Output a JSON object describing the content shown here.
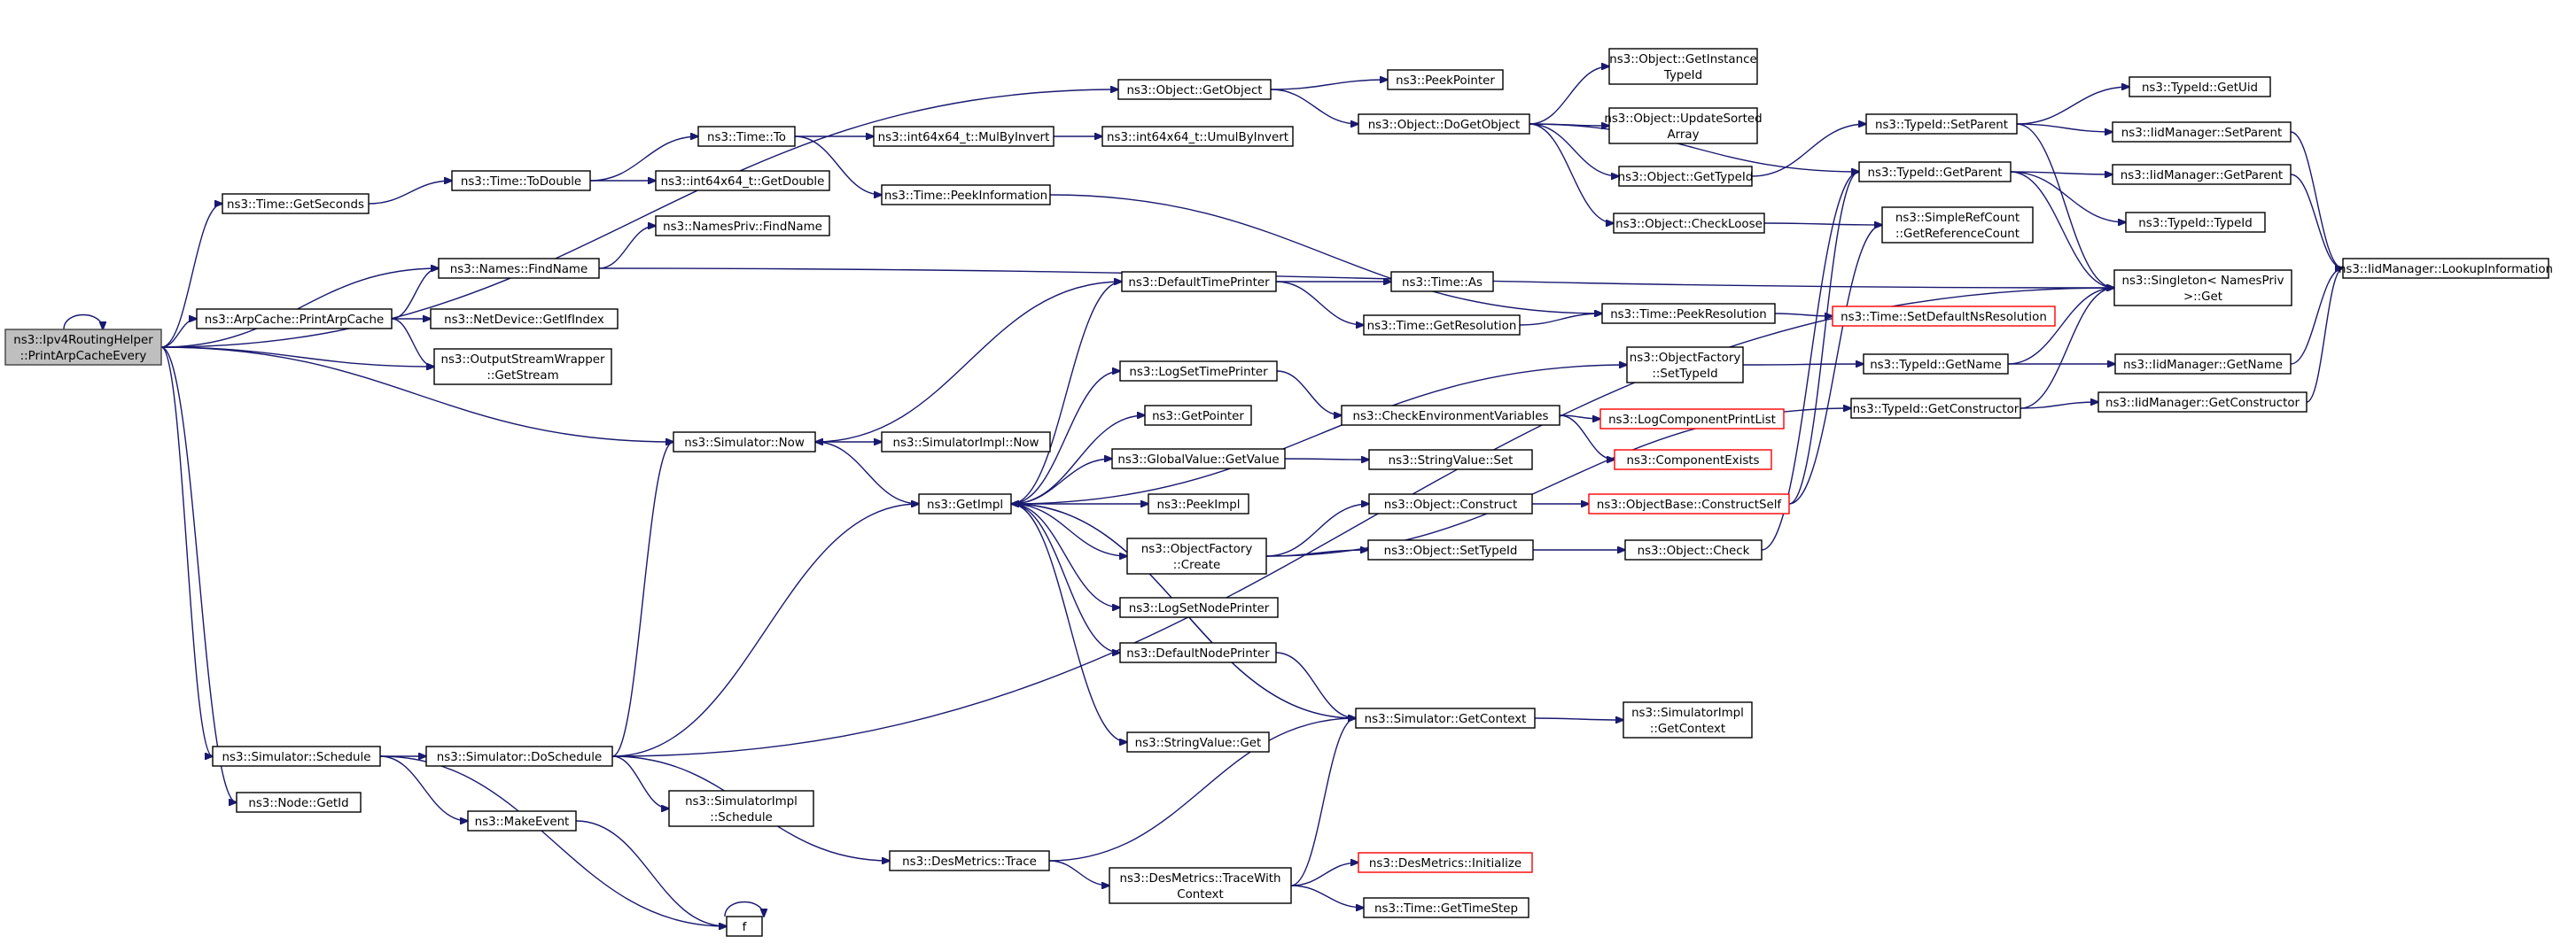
{
  "graph": {
    "nodes": [
      {
        "id": "root",
        "lines": [
          "ns3::Ipv4RoutingHelper",
          "::PrintArpCacheEvery"
        ],
        "root": true
      },
      {
        "id": "getobject",
        "lines": [
          "ns3::Object::GetObject"
        ]
      },
      {
        "id": "peekpointer",
        "lines": [
          "ns3::PeekPointer"
        ]
      },
      {
        "id": "dogetobject",
        "lines": [
          "ns3::Object::DoGetObject"
        ]
      },
      {
        "id": "getinstancetypeid",
        "lines": [
          "ns3::Object::GetInstance",
          "TypeId"
        ]
      },
      {
        "id": "updatesortedarray",
        "lines": [
          "ns3::Object::UpdateSorted",
          "Array"
        ]
      },
      {
        "id": "objgettypeid",
        "lines": [
          "ns3::Object::GetTypeId"
        ]
      },
      {
        "id": "checkloose",
        "lines": [
          "ns3::Object::CheckLoose"
        ]
      },
      {
        "id": "getuid",
        "lines": [
          "ns3::TypeId::GetUid"
        ]
      },
      {
        "id": "setparent",
        "lines": [
          "ns3::TypeId::SetParent"
        ]
      },
      {
        "id": "iidsetparent",
        "lines": [
          "ns3::IidManager::SetParent"
        ]
      },
      {
        "id": "getparent",
        "lines": [
          "ns3::TypeId::GetParent"
        ]
      },
      {
        "id": "iidgetparent",
        "lines": [
          "ns3::IidManager::GetParent"
        ]
      },
      {
        "id": "typeidctor",
        "lines": [
          "ns3::TypeId::TypeId"
        ]
      },
      {
        "id": "simplerefcount",
        "lines": [
          "ns3::SimpleRefCount",
          "::GetReferenceCount"
        ]
      },
      {
        "id": "singleton",
        "lines": [
          "ns3::Singleton< NamesPriv",
          " >::Get"
        ]
      },
      {
        "id": "lookupinfo",
        "lines": [
          "ns3::IidManager::LookupInformation"
        ]
      },
      {
        "id": "timegetseconds",
        "lines": [
          "ns3::Time::GetSeconds"
        ]
      },
      {
        "id": "timetodouble",
        "lines": [
          "ns3::Time::ToDouble"
        ]
      },
      {
        "id": "timeto",
        "lines": [
          "ns3::Time::To"
        ]
      },
      {
        "id": "mulbyinvert",
        "lines": [
          "ns3::int64x64_t::MulByInvert"
        ]
      },
      {
        "id": "umulbyinvert",
        "lines": [
          "ns3::int64x64_t::UmulByInvert"
        ]
      },
      {
        "id": "getdouble",
        "lines": [
          "ns3::int64x64_t::GetDouble"
        ]
      },
      {
        "id": "peekinformation",
        "lines": [
          "ns3::Time::PeekInformation"
        ]
      },
      {
        "id": "namesprivfind",
        "lines": [
          "ns3::NamesPriv::FindName"
        ]
      },
      {
        "id": "namesfind",
        "lines": [
          "ns3::Names::FindName"
        ]
      },
      {
        "id": "printarpcache",
        "lines": [
          "ns3::ArpCache::PrintArpCache"
        ]
      },
      {
        "id": "getifindex",
        "lines": [
          "ns3::NetDevice::GetIfIndex"
        ]
      },
      {
        "id": "getstream",
        "lines": [
          "ns3::OutputStreamWrapper",
          "::GetStream"
        ]
      },
      {
        "id": "defaulttimeprinter",
        "lines": [
          "ns3::DefaultTimePrinter"
        ]
      },
      {
        "id": "timeas",
        "lines": [
          "ns3::Time::As"
        ]
      },
      {
        "id": "getresolution",
        "lines": [
          "ns3::Time::GetResolution"
        ]
      },
      {
        "id": "peekresolution",
        "lines": [
          "ns3::Time::PeekResolution"
        ]
      },
      {
        "id": "setdefaultnsres",
        "lines": [
          "ns3::Time::SetDefaultNsResolution"
        ],
        "red": true
      },
      {
        "id": "logsettimeprinter",
        "lines": [
          "ns3::LogSetTimePrinter"
        ]
      },
      {
        "id": "ofsettypeid",
        "lines": [
          "ns3::ObjectFactory",
          "::SetTypeId"
        ]
      },
      {
        "id": "typeidgetname",
        "lines": [
          "ns3::TypeId::GetName"
        ]
      },
      {
        "id": "iidgetname",
        "lines": [
          "ns3::IidManager::GetName"
        ]
      },
      {
        "id": "typeidgetctor",
        "lines": [
          "ns3::TypeId::GetConstructor"
        ]
      },
      {
        "id": "iidgetctor",
        "lines": [
          "ns3::IidManager::GetConstructor"
        ]
      },
      {
        "id": "getpointer",
        "lines": [
          "ns3::GetPointer"
        ]
      },
      {
        "id": "checkenv",
        "lines": [
          "ns3::CheckEnvironmentVariables"
        ]
      },
      {
        "id": "logcompprint",
        "lines": [
          "ns3::LogComponentPrintList"
        ],
        "red": true
      },
      {
        "id": "compexists",
        "lines": [
          "ns3::ComponentExists"
        ],
        "red": true
      },
      {
        "id": "simnow",
        "lines": [
          "ns3::Simulator::Now"
        ]
      },
      {
        "id": "simimplnow",
        "lines": [
          "ns3::SimulatorImpl::Now"
        ]
      },
      {
        "id": "gvgetvalue",
        "lines": [
          "ns3::GlobalValue::GetValue"
        ]
      },
      {
        "id": "stringvalueset",
        "lines": [
          "ns3::StringValue::Set"
        ]
      },
      {
        "id": "getimpl",
        "lines": [
          "ns3::GetImpl"
        ]
      },
      {
        "id": "peekimpl",
        "lines": [
          "ns3::PeekImpl"
        ]
      },
      {
        "id": "objconstruct",
        "lines": [
          "ns3::Object::Construct"
        ]
      },
      {
        "id": "constructself",
        "lines": [
          "ns3::ObjectBase::ConstructSelf"
        ],
        "red": true
      },
      {
        "id": "ofcreate",
        "lines": [
          "ns3::ObjectFactory",
          "::Create"
        ]
      },
      {
        "id": "objsettypeid",
        "lines": [
          "ns3::Object::SetTypeId"
        ]
      },
      {
        "id": "objcheck",
        "lines": [
          "ns3::Object::Check"
        ]
      },
      {
        "id": "logsetnodeprinter",
        "lines": [
          "ns3::LogSetNodePrinter"
        ]
      },
      {
        "id": "defaultnodeprinter",
        "lines": [
          "ns3::DefaultNodePrinter"
        ]
      },
      {
        "id": "simgetcontext",
        "lines": [
          "ns3::Simulator::GetContext"
        ]
      },
      {
        "id": "simimplgetcontext",
        "lines": [
          "ns3::SimulatorImpl",
          "::GetContext"
        ]
      },
      {
        "id": "stringvalueget",
        "lines": [
          "ns3::StringValue::Get"
        ]
      },
      {
        "id": "simschedule",
        "lines": [
          "ns3::Simulator::Schedule"
        ]
      },
      {
        "id": "simdoschedule",
        "lines": [
          "ns3::Simulator::DoSchedule"
        ]
      },
      {
        "id": "simimplschedule",
        "lines": [
          "ns3::SimulatorImpl",
          "::Schedule"
        ]
      },
      {
        "id": "nodegetid",
        "lines": [
          "ns3::Node::GetId"
        ]
      },
      {
        "id": "makeevent",
        "lines": [
          "ns3::MakeEvent"
        ]
      },
      {
        "id": "desmetricstrace",
        "lines": [
          "ns3::DesMetrics::Trace"
        ]
      },
      {
        "id": "tracewithcontext",
        "lines": [
          "ns3::DesMetrics::TraceWith",
          "Context"
        ]
      },
      {
        "id": "desinit",
        "lines": [
          "ns3::DesMetrics::Initialize"
        ],
        "red": true
      },
      {
        "id": "gettimestep",
        "lines": [
          "ns3::Time::GetTimeStep"
        ]
      },
      {
        "id": "f",
        "lines": [
          "f"
        ]
      }
    ],
    "edges": [
      [
        "root",
        "root"
      ],
      [
        "root",
        "getobject"
      ],
      [
        "root",
        "timegetseconds"
      ],
      [
        "root",
        "namesfind"
      ],
      [
        "root",
        "printarpcache"
      ],
      [
        "root",
        "getstream"
      ],
      [
        "root",
        "simnow"
      ],
      [
        "root",
        "simschedule"
      ],
      [
        "root",
        "nodegetid"
      ],
      [
        "getobject",
        "peekpointer"
      ],
      [
        "getobject",
        "dogetobject"
      ],
      [
        "dogetobject",
        "getinstancetypeid"
      ],
      [
        "dogetobject",
        "updatesortedarray"
      ],
      [
        "dogetobject",
        "objgettypeid"
      ],
      [
        "dogetobject",
        "checkloose"
      ],
      [
        "dogetobject",
        "getparent"
      ],
      [
        "objgettypeid",
        "setparent"
      ],
      [
        "checkloose",
        "simplerefcount"
      ],
      [
        "setparent",
        "getuid"
      ],
      [
        "setparent",
        "iidsetparent"
      ],
      [
        "setparent",
        "singleton"
      ],
      [
        "getparent",
        "iidgetparent"
      ],
      [
        "getparent",
        "typeidctor"
      ],
      [
        "getparent",
        "singleton"
      ],
      [
        "iidsetparent",
        "lookupinfo"
      ],
      [
        "iidgetparent",
        "lookupinfo"
      ],
      [
        "iidgetname",
        "lookupinfo"
      ],
      [
        "iidgetctor",
        "lookupinfo"
      ],
      [
        "timegetseconds",
        "timetodouble"
      ],
      [
        "timetodouble",
        "timeto"
      ],
      [
        "timetodouble",
        "getdouble"
      ],
      [
        "timeto",
        "mulbyinvert"
      ],
      [
        "timeto",
        "peekinformation"
      ],
      [
        "mulbyinvert",
        "umulbyinvert"
      ],
      [
        "peekinformation",
        "peekresolution"
      ],
      [
        "namesfind",
        "namesprivfind"
      ],
      [
        "namesfind",
        "singleton"
      ],
      [
        "printarpcache",
        "namesfind"
      ],
      [
        "printarpcache",
        "getifindex"
      ],
      [
        "printarpcache",
        "getstream"
      ],
      [
        "defaulttimeprinter",
        "timeas"
      ],
      [
        "defaulttimeprinter",
        "getresolution"
      ],
      [
        "defaulttimeprinter",
        "simnow"
      ],
      [
        "getresolution",
        "peekresolution"
      ],
      [
        "peekresolution",
        "setdefaultnsres"
      ],
      [
        "logsettimeprinter",
        "checkenv"
      ],
      [
        "checkenv",
        "logcompprint"
      ],
      [
        "checkenv",
        "compexists"
      ],
      [
        "ofsettypeid",
        "typeidgetname"
      ],
      [
        "typeidgetname",
        "iidgetname"
      ],
      [
        "typeidgetname",
        "singleton"
      ],
      [
        "typeidgetctor",
        "iidgetctor"
      ],
      [
        "typeidgetctor",
        "singleton"
      ],
      [
        "simnow",
        "simimplnow"
      ],
      [
        "simnow",
        "getimpl"
      ],
      [
        "getimpl",
        "defaulttimeprinter"
      ],
      [
        "getimpl",
        "logsettimeprinter"
      ],
      [
        "getimpl",
        "getpointer"
      ],
      [
        "getimpl",
        "gvgetvalue"
      ],
      [
        "getimpl",
        "peekimpl"
      ],
      [
        "getimpl",
        "ofcreate"
      ],
      [
        "getimpl",
        "logsetnodeprinter"
      ],
      [
        "getimpl",
        "defaultnodeprinter"
      ],
      [
        "getimpl",
        "simgetcontext"
      ],
      [
        "getimpl",
        "stringvalueget"
      ],
      [
        "getimpl",
        "ofsettypeid"
      ],
      [
        "gvgetvalue",
        "stringvalueset"
      ],
      [
        "ofcreate",
        "objconstruct"
      ],
      [
        "ofcreate",
        "objsettypeid"
      ],
      [
        "ofcreate",
        "typeidgetctor"
      ],
      [
        "objconstruct",
        "constructself"
      ],
      [
        "constructself",
        "getparent"
      ],
      [
        "constructself",
        "simplerefcount"
      ],
      [
        "objsettypeid",
        "objcheck"
      ],
      [
        "objcheck",
        "getparent"
      ],
      [
        "defaultnodeprinter",
        "simgetcontext"
      ],
      [
        "simgetcontext",
        "simimplgetcontext"
      ],
      [
        "simgetcontext",
        "getimpl"
      ],
      [
        "simschedule",
        "simdoschedule"
      ],
      [
        "simschedule",
        "makeevent"
      ],
      [
        "simschedule",
        "f"
      ],
      [
        "simdoschedule",
        "simnow"
      ],
      [
        "simdoschedule",
        "getimpl"
      ],
      [
        "simdoschedule",
        "simimplschedule"
      ],
      [
        "simdoschedule",
        "desmetricstrace"
      ],
      [
        "simdoschedule",
        "singleton"
      ],
      [
        "makeevent",
        "f"
      ],
      [
        "f",
        "f"
      ],
      [
        "desmetricstrace",
        "simgetcontext"
      ],
      [
        "desmetricstrace",
        "tracewithcontext"
      ],
      [
        "tracewithcontext",
        "simgetcontext"
      ],
      [
        "tracewithcontext",
        "desinit"
      ],
      [
        "tracewithcontext",
        "gettimestep"
      ]
    ]
  }
}
